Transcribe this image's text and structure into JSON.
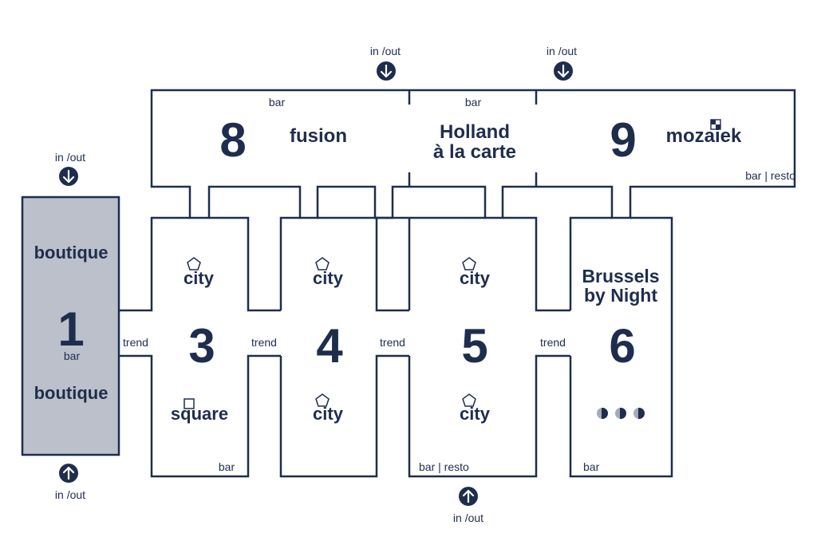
{
  "labels": {
    "in_out": "in /out",
    "bar": "bar",
    "trend": "trend",
    "bar_resto": "bar | resto"
  },
  "rooms": {
    "room1": {
      "number": "1",
      "logo_top": "boutique",
      "logo_bottom": "boutique",
      "sub": "bar"
    },
    "room3": {
      "number": "3",
      "logo_top": "city",
      "logo_bottom": "square",
      "sub": "bar"
    },
    "room4": {
      "number": "4",
      "logo_top": "city",
      "logo_bottom": "city"
    },
    "room5": {
      "number": "5",
      "logo_top": "city",
      "logo_bottom": "city",
      "sub": "bar | resto"
    },
    "room6": {
      "number": "6",
      "logo_line1": "Brussels",
      "logo_line2": "by Night",
      "sub": "bar"
    },
    "room8": {
      "number": "8",
      "logo": "fusion",
      "sub": "bar"
    },
    "holland": {
      "logo_line1": "Holland",
      "logo_line2": "à la carte",
      "sub": "bar"
    },
    "room9": {
      "number": "9",
      "logo": "mozaiek",
      "sub": "bar | resto"
    }
  },
  "colors": {
    "navy": "#1f2d4d",
    "room1_fill": "#bcc0ca"
  }
}
